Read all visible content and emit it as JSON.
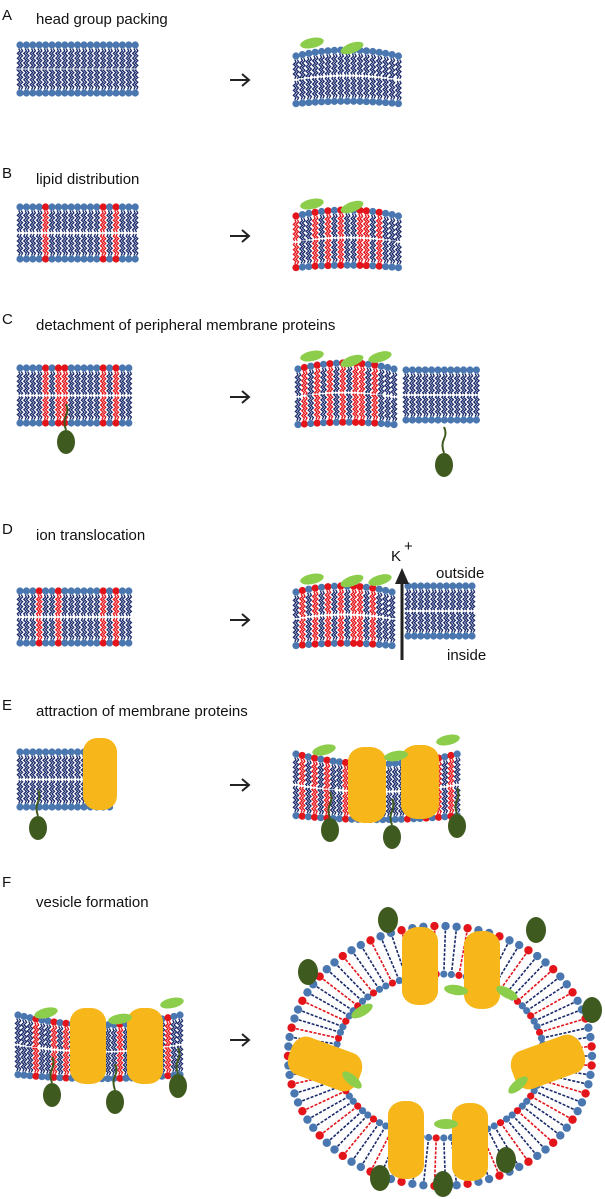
{
  "panels": [
    {
      "letter": "A",
      "title": "head group packing"
    },
    {
      "letter": "B",
      "title": "lipid distribution"
    },
    {
      "letter": "C",
      "title": "detachment of peripheral membrane proteins"
    },
    {
      "letter": "D",
      "title": "ion translocation"
    },
    {
      "letter": "E",
      "title": "attraction of membrane proteins"
    },
    {
      "letter": "F",
      "title": "vesicle formation"
    }
  ],
  "ion": {
    "symbol": "K",
    "charge": "+"
  },
  "labels": {
    "outside": "outside",
    "inside": "inside"
  },
  "colors": {
    "lipid_head": "#4a77b0",
    "lipid_tail": "#1a2a6b",
    "anionic_head": "#e4141b",
    "anionic_tail": "#e4141b",
    "peptide": "#8cce4c",
    "peripheral_protein": "#3f5a1f",
    "integral_protein": "#f7b619",
    "arrow": "#222222"
  }
}
